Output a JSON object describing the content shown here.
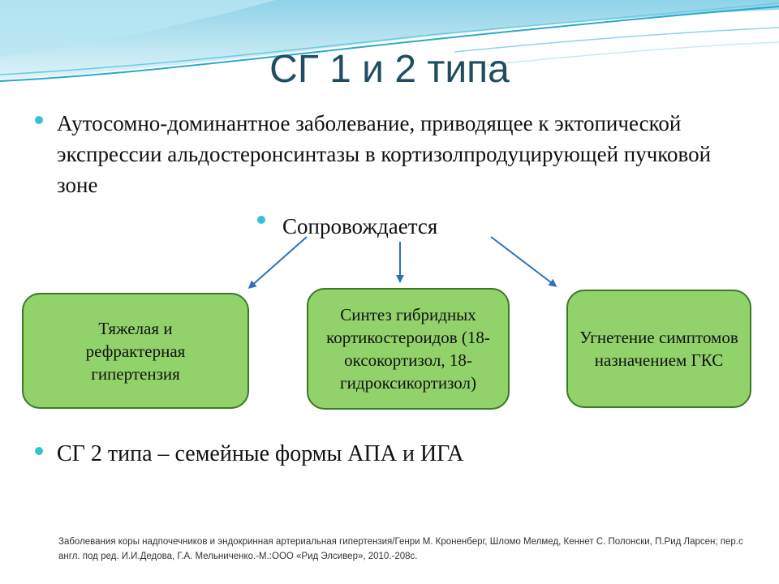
{
  "slide": {
    "title": "СГ 1 и 2 типа",
    "bullet_1": "Аутосомно-доминантное заболевание, приводящее к эктопической экспрессии  альдостеронсинтазы в кортизолпродуцирующей пучковой зоне",
    "bullet_2": "Сопровождается",
    "bullet_3": "СГ 2 типа – семейные формы АПА и ИГА",
    "reference": "Заболевания коры надпочечников и эндокринная артериальная гипертензия/Генри М. Кроненберг, Шломо Мелмед, Кеннет С. Полонски, П.Рид Ларсен; пер.с англ. под ред. И.И.Дедова, Г.А. Мельниченко.-М.:ООО «Рид Элсивер», 2010.-208с."
  },
  "diagram": {
    "boxes": [
      {
        "text": "Тяжелая и рефрактерная гипертензия"
      },
      {
        "text": "Синтез гибридных кортикостероидов (18-оксокортизол, 18-гидроксикортизол)"
      },
      {
        "text": "Угнетение симптомов назначением ГКС"
      }
    ]
  },
  "colors": {
    "title": "#1f4e63",
    "bullet": "#35c2d3",
    "box_fill": "#92d26b",
    "box_border": "#3a7a25",
    "arrow": "#2f6fc0"
  }
}
